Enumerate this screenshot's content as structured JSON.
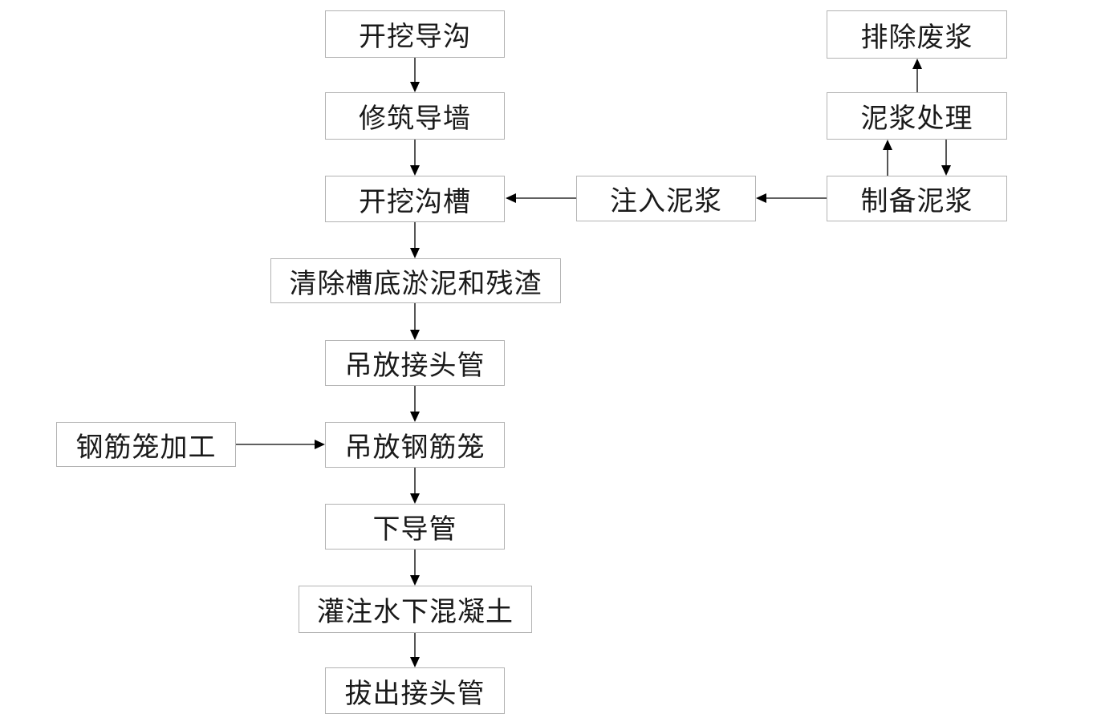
{
  "steps": {
    "excavate_guide_trench": "开挖导沟",
    "build_guide_wall": "修筑导墙",
    "excavate_trench": "开挖沟槽",
    "clear_sediment": "清除槽底淤泥和残渣",
    "hoist_joint_pipe": "吊放接头管",
    "hoist_rebar_cage": "吊放钢筋笼",
    "lower_tremie": "下导管",
    "pour_concrete": "灌注水下混凝土",
    "pull_joint_pipe": "拔出接头管"
  },
  "slurry": {
    "inject": "注入泥浆",
    "prepare": "制备泥浆",
    "treat": "泥浆处理",
    "discharge": "排除废浆"
  },
  "side": {
    "rebar_fabrication": "钢筋笼加工"
  }
}
